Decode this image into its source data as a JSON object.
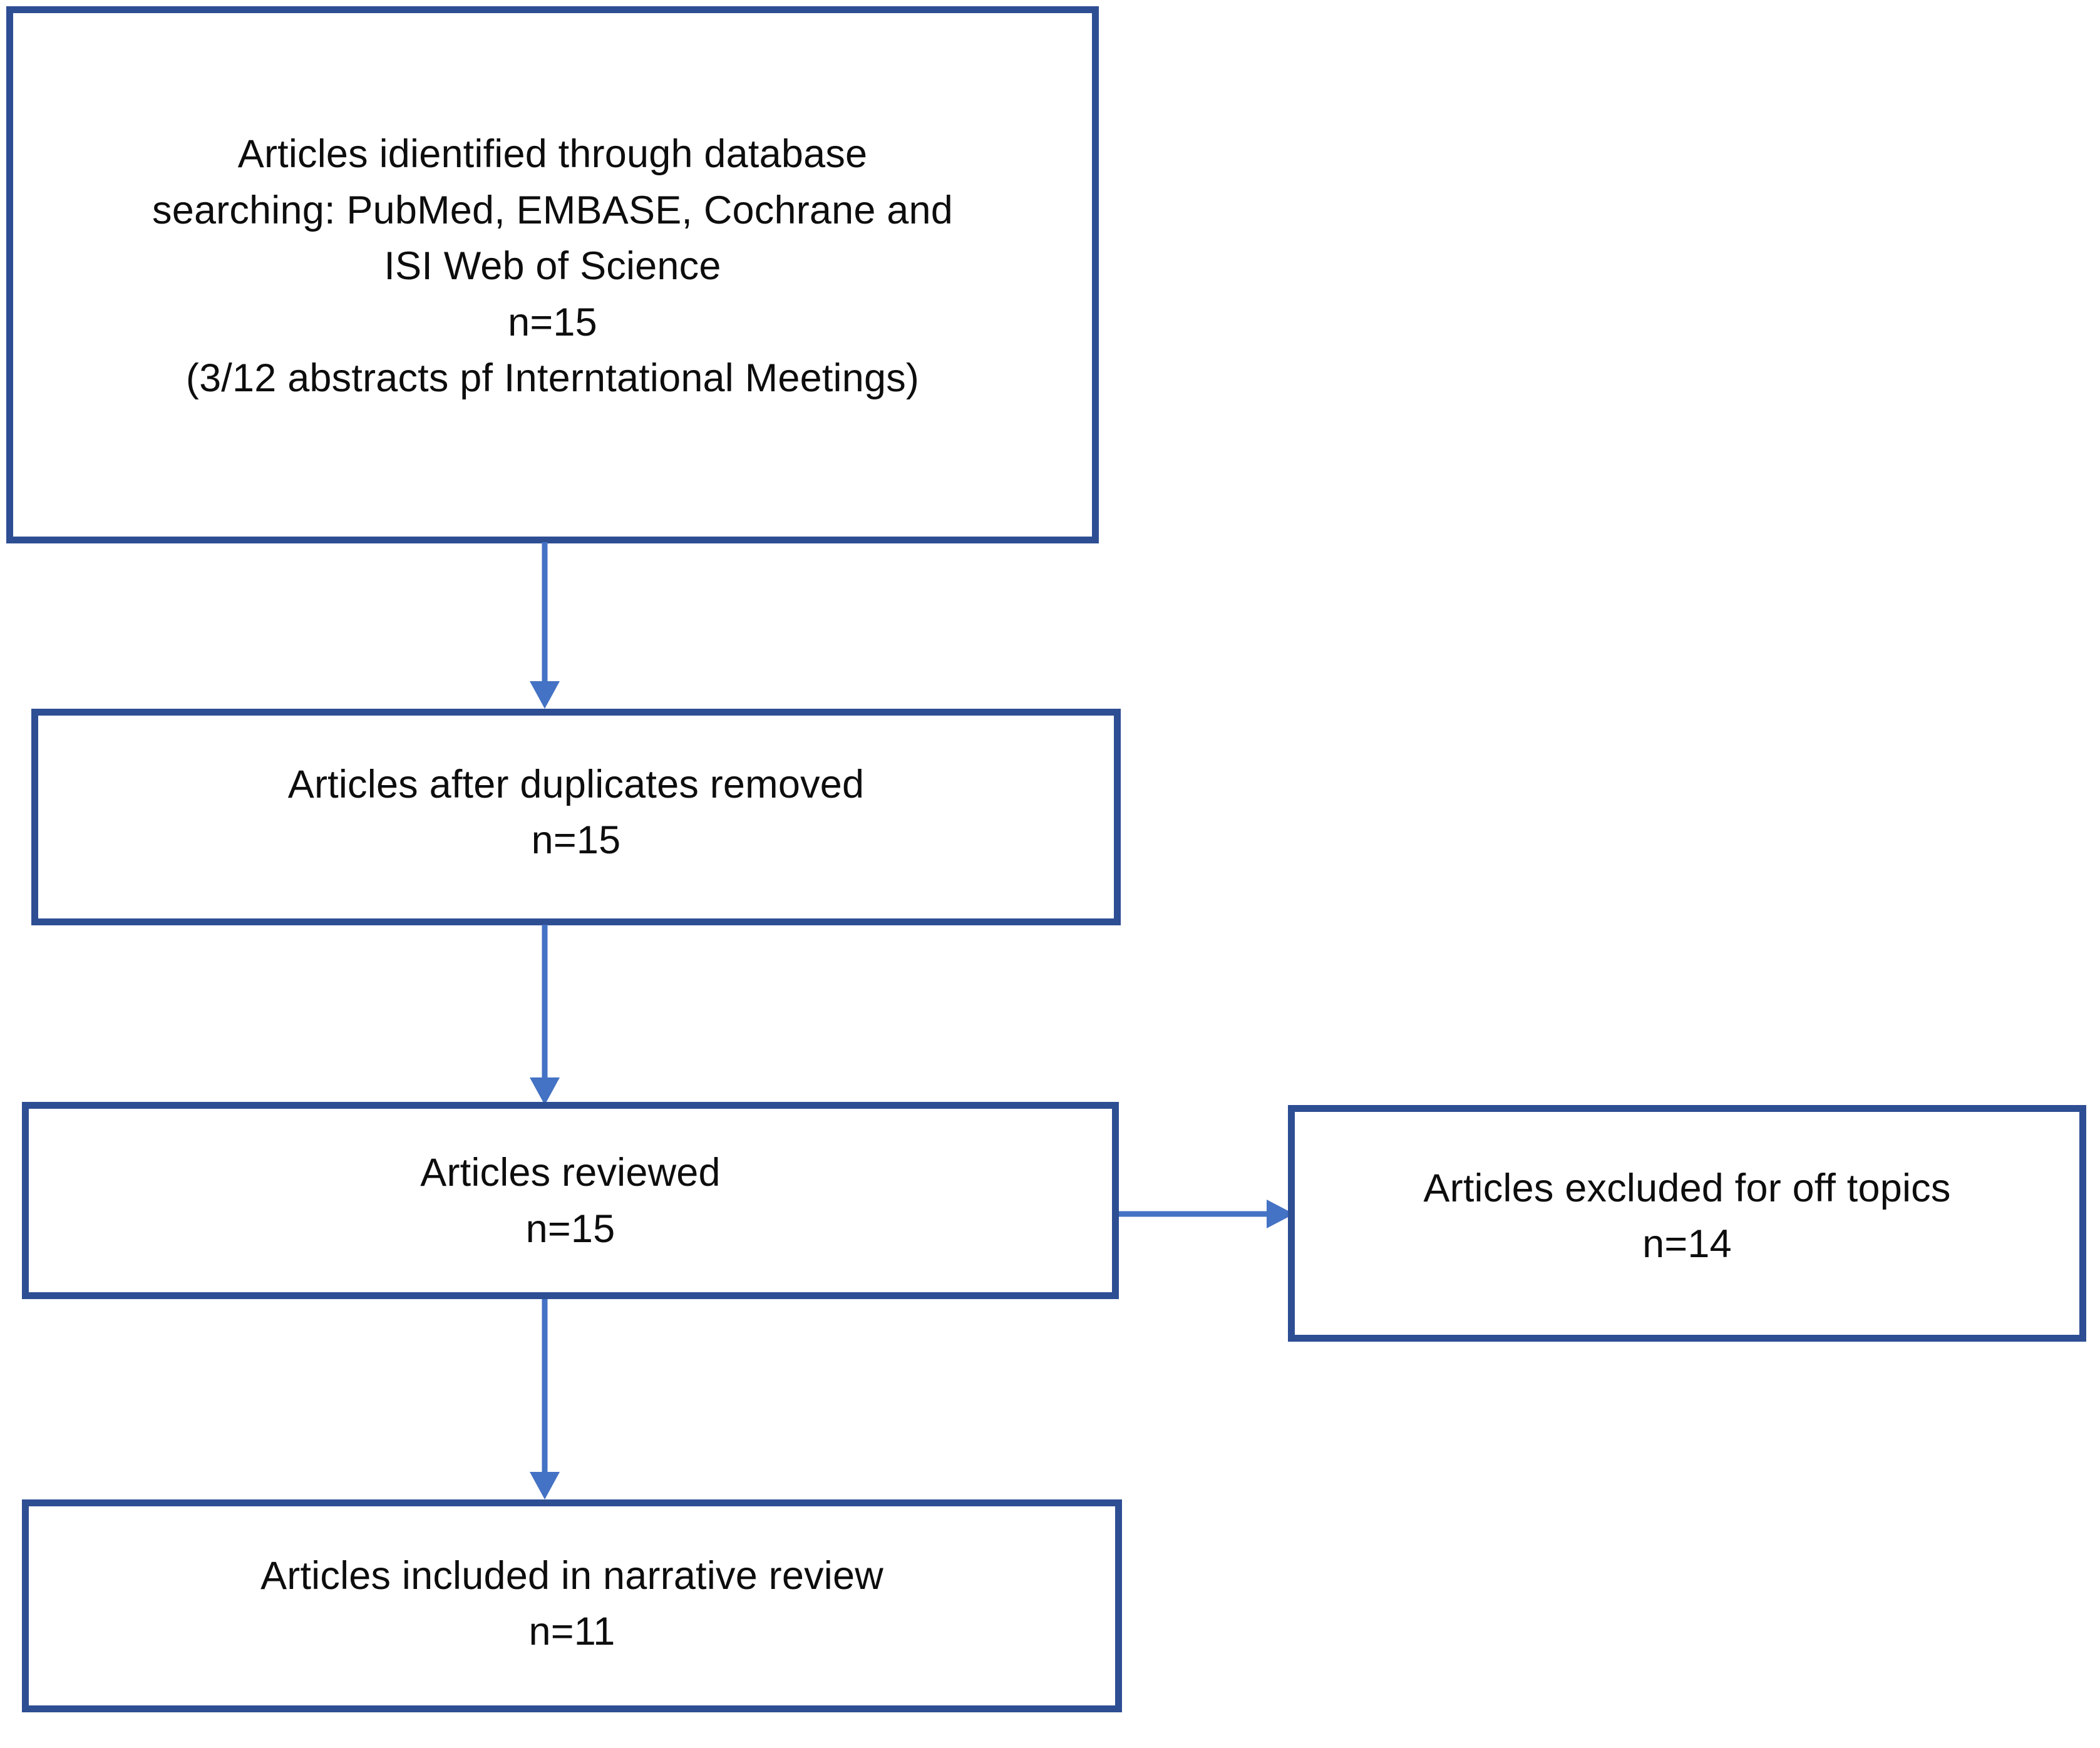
{
  "diagram": {
    "title": "PRISMA-style article selection flow chart",
    "colors": {
      "box_border": "#2E4E94",
      "arrow": "#4472C4",
      "text": "#0D0D0D",
      "background": "#FFFFFF"
    },
    "nodes": [
      {
        "id": "identified",
        "name": "articles-identified-box",
        "lines": [
          "Articles idientified through database",
          "searching: PubMed, EMBASE, Cochrane and",
          "ISI Web of Science",
          "n=15",
          "(3/12 abstracts pf Interntational Meetings)"
        ],
        "count": 15
      },
      {
        "id": "duplicates",
        "name": "articles-after-duplicates-box",
        "lines": [
          "Articles after duplicates removed",
          "n=15"
        ],
        "count": 15
      },
      {
        "id": "reviewed",
        "name": "articles-reviewed-box",
        "lines": [
          "Articles reviewed",
          "n=15"
        ],
        "count": 15
      },
      {
        "id": "excluded",
        "name": "articles-excluded-box",
        "lines": [
          "Articles excluded for off topics",
          "n=14"
        ],
        "count": 14
      },
      {
        "id": "included",
        "name": "articles-included-box",
        "lines": [
          "Articles included in narrative review",
          "n=11"
        ],
        "count": 11
      }
    ],
    "edges": [
      {
        "id": "e1",
        "from": "identified",
        "to": "duplicates",
        "direction": "down"
      },
      {
        "id": "e2",
        "from": "duplicates",
        "to": "reviewed",
        "direction": "down"
      },
      {
        "id": "e3",
        "from": "reviewed",
        "to": "excluded",
        "direction": "right"
      },
      {
        "id": "e4",
        "from": "reviewed",
        "to": "included",
        "direction": "down"
      }
    ]
  }
}
